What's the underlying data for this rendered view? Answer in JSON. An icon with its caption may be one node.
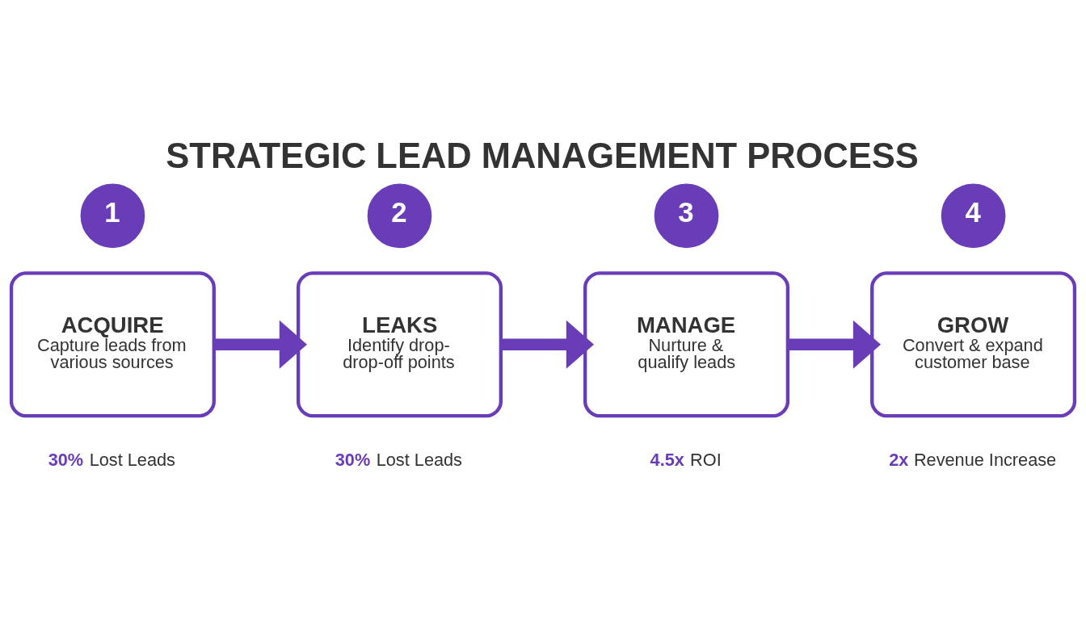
{
  "diagram": {
    "title": "STRATEGIC LEAD MANAGEMENT PROCESS",
    "nodes": [
      {
        "text": [
          "1"
        ]
      },
      {
        "text": [
          "ACQUIRE",
          "Capture leads from various sources"
        ],
        "beside": [
          "**30%** Lost Leads"
        ]
      },
      {
        "text": [
          "2"
        ]
      },
      {
        "text": [
          "LEAKS",
          "Identify drop- drop-off points"
        ],
        "beside": [
          "**30%** Lost Leads"
        ]
      },
      {
        "text": [
          "3"
        ]
      },
      {
        "text": [
          "MANAGE",
          "Nurture & qualify leads"
        ],
        "beside": [
          "**4.5x** ROI"
        ]
      },
      {
        "text": [
          "4"
        ]
      },
      {
        "text": [
          "GROW",
          "Convert & expand customer base"
        ],
        "beside": [
          "**2x** Revenue Increase"
        ]
      }
    ],
    "edges": [
      {
        "from": 1,
        "to": 3,
        "arrow": "to"
      },
      {
        "from": 3,
        "to": 5,
        "arrow": "to"
      },
      {
        "from": 5,
        "to": 7,
        "arrow": "to"
      }
    ]
  }
}
